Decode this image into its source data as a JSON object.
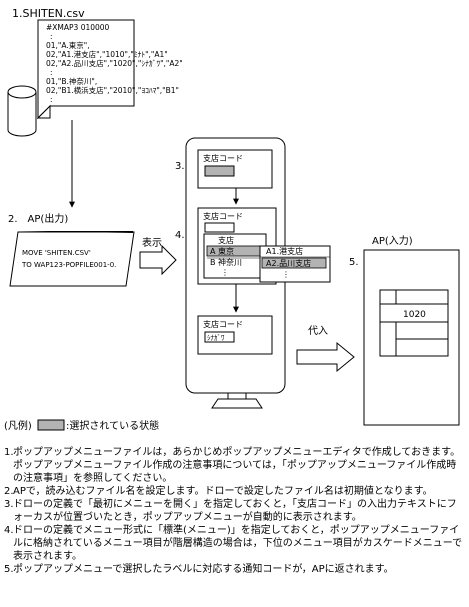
{
  "file": {
    "title": "1.SHITEN.csv",
    "lines": [
      "#XMAP3 010000",
      ":",
      "01,\"A.東京\",",
      "02,\"A1.港支店\",\"1010\",\"ﾐﾅﾄ\",\"A1\"",
      "02,\"A2.品川支店\",\"1020\",\"ｼﾅｶﾞﾜ\",\"A2\"",
      ":",
      "01,\"B.神奈川\",",
      "02,\"B1.横浜支店\",\"2010\",\"ﾖｺﾊﾏ\",\"B1\"",
      ":"
    ]
  },
  "ap_output": {
    "title": "2.　AP(出力)",
    "code_lines": [
      "MOVE 'SHITEN.CSV'",
      "TO WAP123-POPFILE001-0."
    ]
  },
  "arrow_display_label": "表示",
  "screens": {
    "step3_label": "3.",
    "step4_label": "4.",
    "field_label": "支店コード",
    "popup_header": "支店",
    "menu_items": [
      "A 東京",
      "B 神奈川",
      "⋮"
    ],
    "submenu_items": [
      "A1.港支店",
      "A2.品川支店",
      "⋮"
    ],
    "result_value": "ｼﾅｶﾞﾜ"
  },
  "arrow_assign_label": "代入",
  "ap_input": {
    "step_label": "5.",
    "title": "AP(入力)",
    "value": "1020"
  },
  "legend": {
    "prefix": "(凡例)",
    "text": ":選択されている状態"
  },
  "notes": [
    {
      "num": "1.",
      "text": "ポップアップメニューファイルは，あらかじめポップアップメニューエディタで作成しておきます。ポップアップメニューファイル作成の注意事項については，「ポップアップメニューファイル作成時の注意事項」を参照してください。"
    },
    {
      "num": "2.",
      "text": "APで，読み込むファイル名を設定します。ドローで設定したファイル名は初期値となります。"
    },
    {
      "num": "3.",
      "text": "ドローの定義で「最初にメニューを開く」を指定しておくと，「支店コード」の入出力テキストにフォーカスが位置づいたとき，ポップアップメニューが自動的に表示されます。"
    },
    {
      "num": "4.",
      "text": "ドローの定義でメニュー形式に「標準(メニュー)」を指定しておくと，ポップアップメニューファイルに格納されているメニュー項目が階層構造の場合は，下位のメニュー項目がカスケードメニューで表示されます。"
    },
    {
      "num": "5.",
      "text": "ポップアップメニューで選択したラベルに対応する通知コードが，APに返されます。"
    }
  ]
}
